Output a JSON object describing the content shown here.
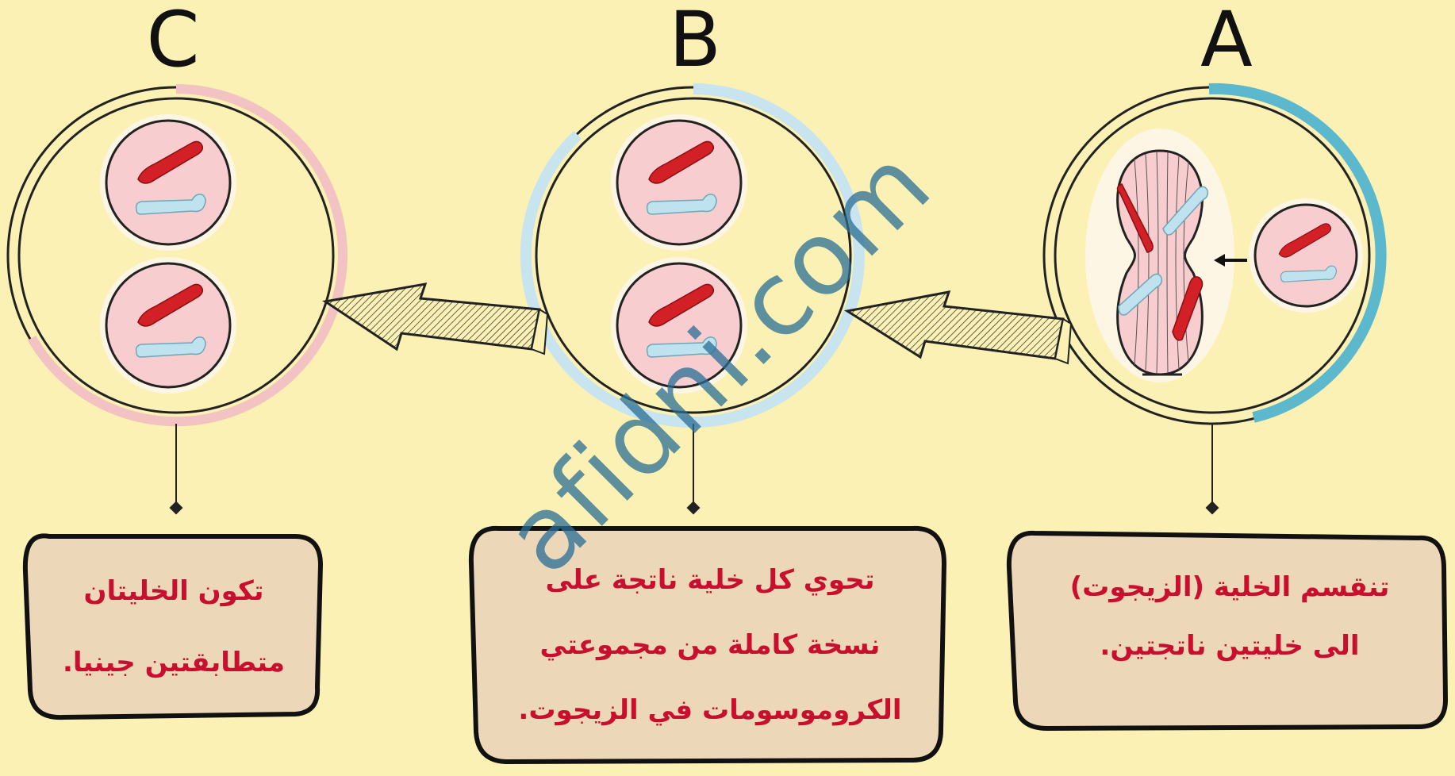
{
  "stages": [
    {
      "letter": "A",
      "caption_lines": [
        "تنقسم الخلية (الزيجوت)",
        "الى خليتين ناتجتين."
      ]
    },
    {
      "letter": "B",
      "caption_lines": [
        "تحوي كل خلية  ناتجة على",
        "نسخة كاملة من مجموعتي",
        "الكروموسومات   في الزيجوت."
      ]
    },
    {
      "letter": "C",
      "caption_lines": [
        "تكون الخليتان",
        "متطابقتين جينيا."
      ]
    }
  ],
  "watermark": "afidni.com",
  "colors": {
    "background": "#fbf1b4",
    "caption_box": "#ecd7b8",
    "caption_text": "#c8102e",
    "chromosome_red": "#d31f26",
    "chromosome_blue": "#bfe3ee",
    "nucleus_fill": "#f7cdd0",
    "ring_A": "#5bb8cd",
    "ring_B": "#c7e4ef",
    "ring_C": "#f3c2c2"
  }
}
